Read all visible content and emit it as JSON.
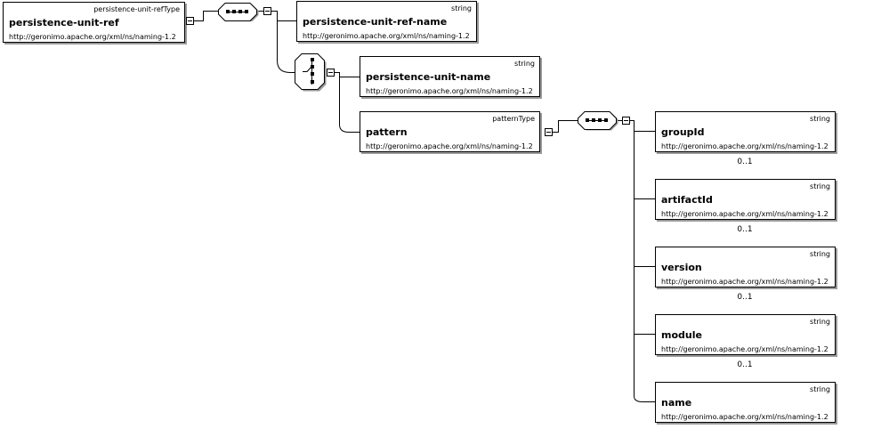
{
  "colors": {
    "line": "#000000",
    "shadow": "#9a9a9a",
    "background": "#ffffff"
  },
  "root": {
    "type": "persistence-unit-refType",
    "name": "persistence-unit-ref",
    "ns": "http://geronimo.apache.org/xml/ns/naming-1.2"
  },
  "compositors": [
    {
      "kind": "sequence",
      "icon": "sequence-icon"
    },
    {
      "kind": "choice",
      "icon": "choice-icon"
    },
    {
      "kind": "sequence",
      "icon": "sequence-icon"
    }
  ],
  "elements": {
    "persistence_unit_ref_name": {
      "type": "string",
      "name": "persistence-unit-ref-name",
      "ns": "http://geronimo.apache.org/xml/ns/naming-1.2"
    },
    "persistence_unit_name": {
      "type": "string",
      "name": "persistence-unit-name",
      "ns": "http://geronimo.apache.org/xml/ns/naming-1.2"
    },
    "pattern": {
      "type": "patternType",
      "name": "pattern",
      "ns": "http://geronimo.apache.org/xml/ns/naming-1.2"
    }
  },
  "pattern_children": [
    {
      "type": "string",
      "name": "groupId",
      "ns": "http://geronimo.apache.org/xml/ns/naming-1.2",
      "occurs": "0..1"
    },
    {
      "type": "string",
      "name": "artifactId",
      "ns": "http://geronimo.apache.org/xml/ns/naming-1.2",
      "occurs": "0..1"
    },
    {
      "type": "string",
      "name": "version",
      "ns": "http://geronimo.apache.org/xml/ns/naming-1.2",
      "occurs": "0..1"
    },
    {
      "type": "string",
      "name": "module",
      "ns": "http://geronimo.apache.org/xml/ns/naming-1.2",
      "occurs": "0..1"
    },
    {
      "type": "string",
      "name": "name",
      "ns": "http://geronimo.apache.org/xml/ns/naming-1.2",
      "occurs": ""
    }
  ]
}
